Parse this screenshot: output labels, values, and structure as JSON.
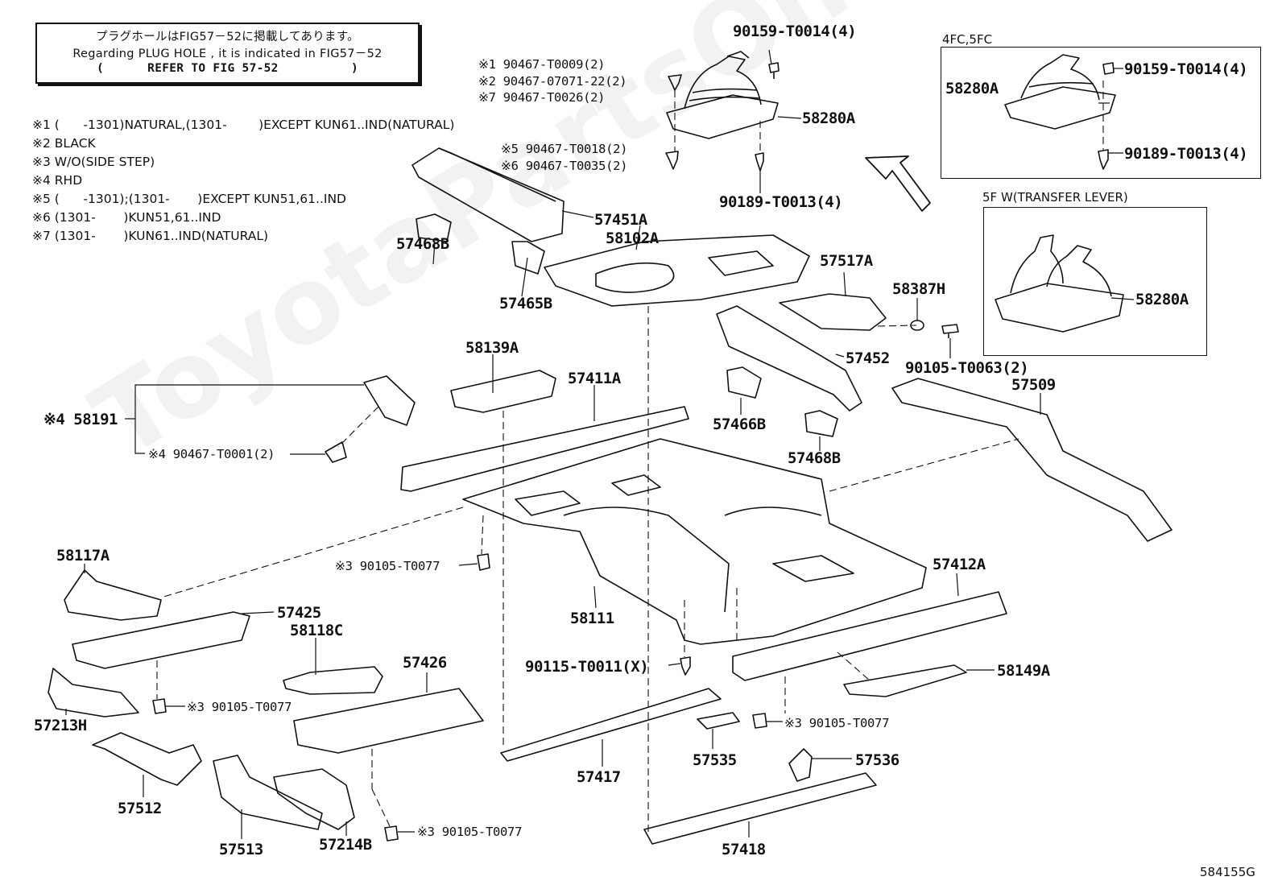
{
  "reference_box": {
    "line1": "プラグホールはFIG57－52に掲載してあります。",
    "line2": "Regarding PLUG HOLE , it is indicated in FIG57－52",
    "line3": "(      REFER TO FIG 57-52          )"
  },
  "notes": [
    "※1 (      -1301)NATURAL,(1301-        )EXCEPT KUN61..IND(NATURAL)",
    "※2 BLACK",
    "※3 W/O(SIDE STEP)",
    "※4 RHD",
    "※5 (      -1301);(1301-       )EXCEPT KUN51,61..IND",
    "※6 (1301-       )KUN51,61..IND",
    "※7 (1301-       )KUN61..IND(NATURAL)"
  ],
  "inset_4fc": {
    "caption": "4FC,5FC",
    "part": "58280A",
    "bolt_top": "90159-T0014(4)",
    "bolt_bottom": "90189-T0013(4)"
  },
  "inset_5f": {
    "caption": "5F W(TRANSFER LEVER)",
    "part": "58280A"
  },
  "parts": {
    "p58280A": "58280A",
    "p90159_top": "90159-T0014(4)",
    "p90189_top": "90189-T0013(4)",
    "p90467_1": "※1 90467-T0009(2)",
    "p90467_2": "※2 90467-07071-22(2)",
    "p90467_7": "※7 90467-T0026(2)",
    "p90467_5": "※5 90467-T0018(2)",
    "p90467_6": "※6 90467-T0035(2)",
    "p57451A": "57451A",
    "p58102A": "58102A",
    "p57468B_top": "57468B",
    "p57465B": "57465B",
    "p57517A": "57517A",
    "p58387H": "58387H",
    "p90105_T0063": "90105-T0063(2)",
    "p57452": "57452",
    "p58139A": "58139A",
    "p57411A": "57411A",
    "p57466B": "57466B",
    "p57468B_mid": "57468B",
    "p57509": "57509",
    "p58191": "※4 58191",
    "p90467_T0001": "※4 90467-T0001(2)",
    "p58117A": "58117A",
    "p90105_A": "※3 90105-T0077",
    "p57425": "57425",
    "p58118C": "58118C",
    "p58111": "58111",
    "p57412A": "57412A",
    "p57426": "57426",
    "p90115": "90115-T0011(X)",
    "p58149A": "58149A",
    "p57213H": "57213H",
    "p90105_B": "※3 90105-T0077",
    "p90105_C": "※3 90105-T0077",
    "p57535": "57535",
    "p57536": "57536",
    "p57417": "57417",
    "p57512": "57512",
    "p57513": "57513",
    "p57214B": "57214B",
    "p90105_D": "※3 90105-T0077",
    "p57418": "57418"
  },
  "watermark": "ToyotaPartsOnline.ru",
  "figure_number": "584155G"
}
